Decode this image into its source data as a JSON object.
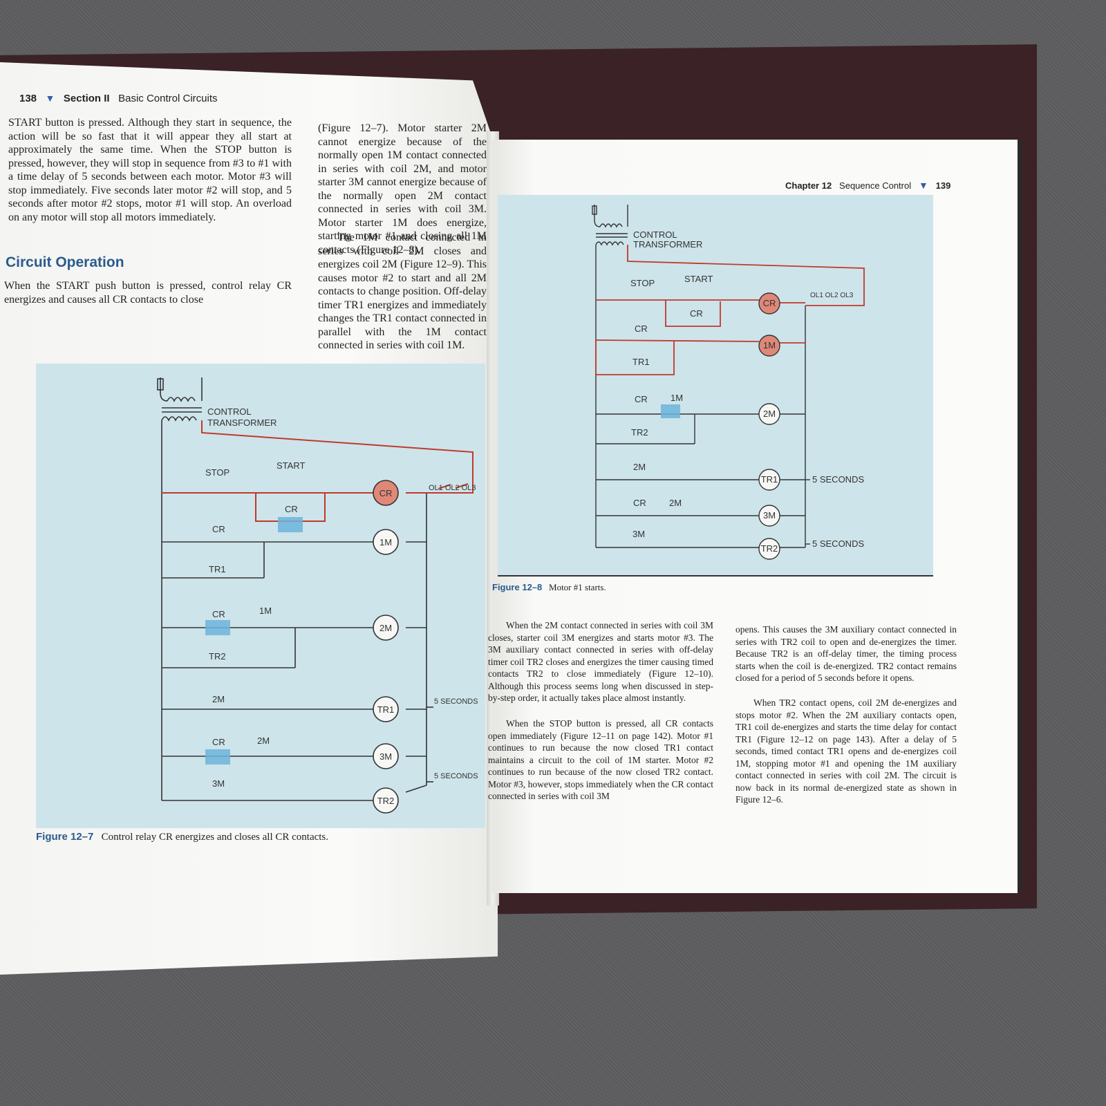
{
  "left_page": {
    "page_number": "138",
    "section": "Section II",
    "section_title": "Basic Control Circuits",
    "col1_paragraph": "START button is pressed. Although they start in sequence, the action will be so fast that it will appear they all start at approximately the same time. When the STOP button is pressed, however, they will stop in sequence from #3 to #1 with a time delay of 5 seconds between each motor. Motor #3 will stop immediately. Five seconds later motor #2 will stop, and 5 seconds after motor #2 stops, motor #1 will stop. An overload on any motor will stop all motors immediately.",
    "heading": "Circuit Operation",
    "col1_paragraph2": "When the START push button is pressed, control relay CR energizes and causes all CR contacts to close",
    "col2_paragraph": "(Figure 12–7). Motor starter 2M cannot energize because of the normally open 1M contact connected in series with coil 2M, and motor starter 3M cannot energize because of the normally open 2M contact connected in series with coil 3M. Motor starter 1M does energize, starting motor #1 and closing all 1M contacts (Figure 12–8).",
    "col2_paragraph2": "The 1M contact connected in series with coil 2M closes and energizes coil 2M (Figure 12–9). This causes motor #2 to start and all 2M contacts to change position. Off-delay timer TR1 energizes and immediately changes the TR1 contact connected in parallel with the 1M contact connected in series with coil 1M.",
    "figure_caption_label": "Figure 12–7",
    "figure_caption_text": "Control relay CR energizes and closes all CR contacts."
  },
  "right_page": {
    "page_number": "139",
    "chapter": "Chapter 12",
    "chapter_title": "Sequence Control",
    "figure_caption_label": "Figure 12–8",
    "figure_caption_text": "Motor #1 starts.",
    "col1_paragraph": "When the 2M contact connected in series with coil 3M closes, starter coil 3M energizes and starts motor #3. The 3M auxiliary contact connected in series with off-delay timer coil TR2 closes and energizes the timer causing timed contacts TR2 to close immediately (Figure 12–10). Although this process seems long when discussed in step-by-step order, it actually takes place almost instantly.",
    "col1_paragraph2": "When the STOP button is pressed, all CR contacts open immediately (Figure 12–11 on page 142). Motor #1 continues to run because the now closed TR1 contact maintains a circuit to the coil of 1M starter. Motor #2 continues to run because of the now closed TR2 contact. Motor #3, however, stops immediately when the CR contact connected in series with coil 3M",
    "col2_paragraph": "opens. This causes the 3M auxiliary contact connected in series with TR2 coil to open and de-energizes the timer. Because TR2 is an off-delay timer, the timing process starts when the coil is de-energized. TR2 contact remains closed for a period of 5 seconds before it opens.",
    "col2_paragraph2": "When TR2 contact opens, coil 2M de-energizes and stops motor #2. When the 2M auxiliary contacts open, TR1 coil de-energizes and starts the time delay for contact TR1 (Figure 12–12 on page 143). After a delay of 5 seconds, timed contact TR1 opens and de-energizes coil 1M, stopping motor #1 and opening the 1M auxiliary contact connected in series with coil 2M. The circuit is now back in its normal de-energized state as shown in Figure 12–6."
  },
  "diagram_labels": {
    "transformer": [
      "CONTROL",
      "TRANSFORMER"
    ],
    "stop": "STOP",
    "start": "START",
    "overloads": "OL1 OL2 OL3",
    "five_seconds": "5 SECONDS",
    "coils": [
      "CR",
      "1M",
      "2M",
      "TR1",
      "3M",
      "TR2"
    ],
    "contacts": {
      "cr": "CR",
      "tr1": "TR1",
      "tr2": "TR2",
      "m1": "1M",
      "m2": "2M",
      "m3": "3M"
    }
  },
  "colors": {
    "energized": "#c0392b",
    "coil_on": "#e08878",
    "highlight": "#6cb4dc",
    "diagram_bg": "#cde4ea",
    "accent": "#2a5b8d"
  }
}
